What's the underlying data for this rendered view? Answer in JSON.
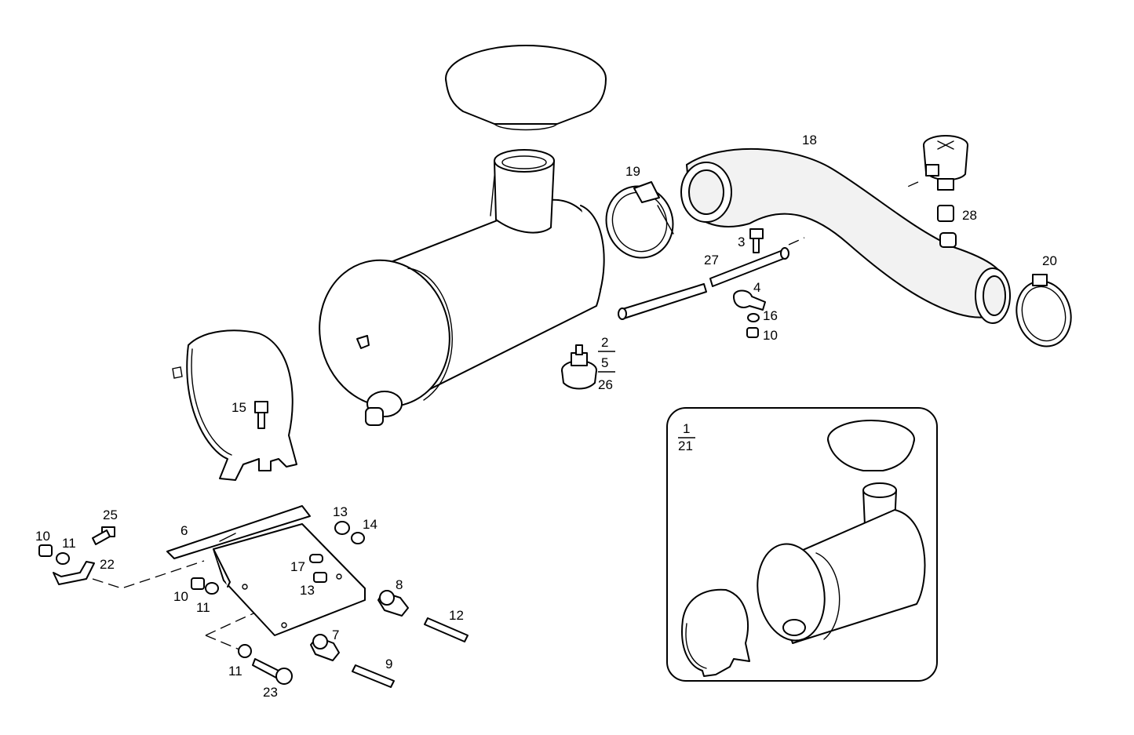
{
  "labels": {
    "l18": "18",
    "l19": "19",
    "l20": "20",
    "l28": "28",
    "l27": "27",
    "l3": "3",
    "l4": "4",
    "l16": "16",
    "l10a": "10",
    "l2": "2",
    "l5": "5",
    "l26": "26",
    "l15": "15",
    "l1": "1",
    "l21": "21",
    "l25": "25",
    "l10b": "10",
    "l11a": "11",
    "l22": "22",
    "l6": "6",
    "l13a": "13",
    "l14": "14",
    "l17": "17",
    "l13b": "13",
    "l10c": "10",
    "l11b": "11",
    "l8": "8",
    "l12": "12",
    "l7": "7",
    "l9": "9",
    "l11c": "11",
    "l23": "23"
  },
  "colors": {
    "line": "#000000",
    "background": "#ffffff"
  }
}
